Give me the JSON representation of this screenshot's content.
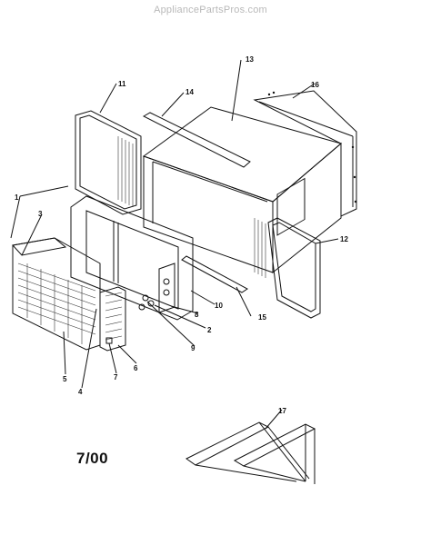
{
  "watermark": "AppliancePartsPros.com",
  "date_code": "7/00",
  "callouts": [
    {
      "id": "1",
      "text": "1"
    },
    {
      "id": "2",
      "text": "2"
    },
    {
      "id": "3",
      "text": "3"
    },
    {
      "id": "4",
      "text": "4"
    },
    {
      "id": "5",
      "text": "5"
    },
    {
      "id": "6",
      "text": "6"
    },
    {
      "id": "7",
      "text": "7"
    },
    {
      "id": "8",
      "text": "8"
    },
    {
      "id": "9",
      "text": "9"
    },
    {
      "id": "10",
      "text": "10"
    },
    {
      "id": "11",
      "text": "11"
    },
    {
      "id": "12",
      "text": "12"
    },
    {
      "id": "13",
      "text": "13"
    },
    {
      "id": "14",
      "text": "14"
    },
    {
      "id": "15",
      "text": "15"
    },
    {
      "id": "16",
      "text": "16"
    },
    {
      "id": "17",
      "text": "17"
    }
  ]
}
